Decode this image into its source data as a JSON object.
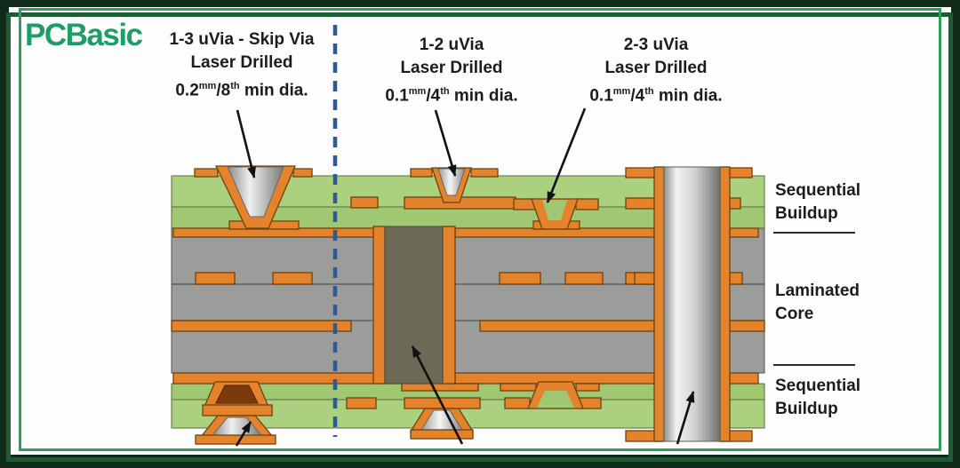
{
  "logo": {
    "text": "PCBasic"
  },
  "annotations": [
    {
      "line1": "1-3 uVia - Skip Via",
      "line2": "Laser Drilled",
      "dia": {
        "value": "0.2",
        "unit_sup": "mm",
        "denominator": "/8",
        "ordinal_sup": "th",
        "tail": " min dia."
      }
    },
    {
      "line1": "1-2 uVia",
      "line2": "Laser Drilled",
      "dia": {
        "value": "0.1",
        "unit_sup": "mm",
        "denominator": "/4",
        "ordinal_sup": "th",
        "tail": " min dia."
      }
    },
    {
      "line1": "2-3 uVia",
      "line2": "Laser Drilled",
      "dia": {
        "value": "0.1",
        "unit_sup": "mm",
        "denominator": "/4",
        "ordinal_sup": "th",
        "tail": " min dia."
      }
    }
  ],
  "layer_labels": [
    {
      "line1": "Sequential",
      "line2": "Buildup"
    },
    {
      "line1": "Laminated",
      "line2": "Core"
    },
    {
      "line1": "Sequential",
      "line2": "Buildup"
    }
  ],
  "colors": {
    "copper": "#e5832c",
    "copper_outline": "#6b430f",
    "dielectric_light": "#abd07e",
    "dielectric_dark": "#a0c771",
    "core_gray": "#9c9c9a",
    "core_line": "#5f5f5f",
    "via_fill_dark": "#6c6a57",
    "resin_brown": "#7b3a0e",
    "silver_light": "#f0f0f0",
    "silver_dark": "#707070",
    "annotation_text": "#1c1c1c",
    "dashed_line_blue": "#2e5a94",
    "frame_bright_green": "#2f9e58",
    "frame_dark_green": "#1e5c34",
    "frame_outer_dark": "#0f2b1a",
    "logo_green": "#1e9d68",
    "panel_white": "#fdfdfd"
  }
}
